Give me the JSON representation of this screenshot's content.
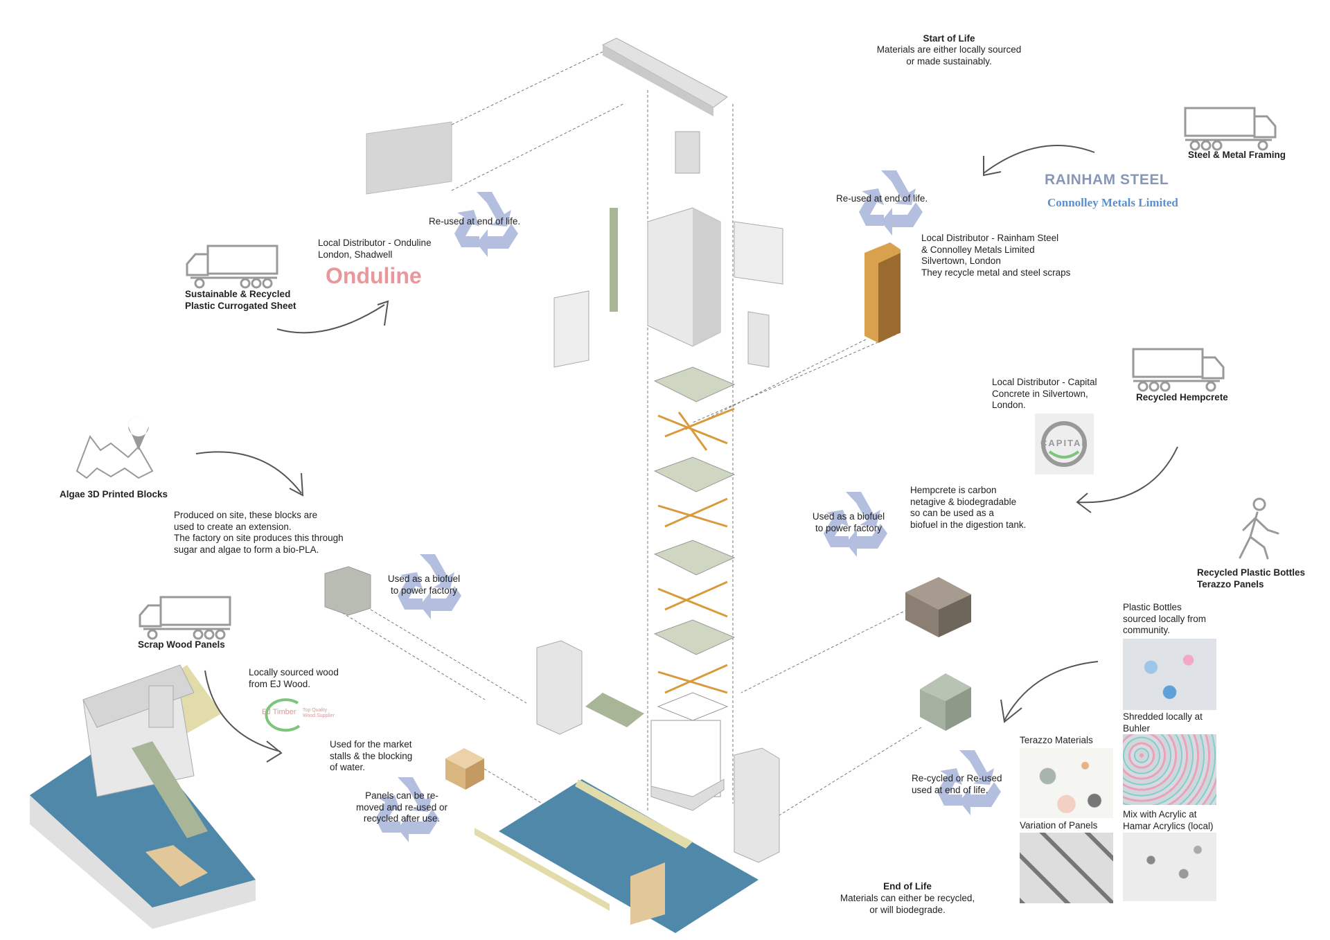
{
  "start_of_life": {
    "title": "Start of Life",
    "text": "Materials are either locally sourced\nor made sustainably."
  },
  "end_of_life": {
    "title": "End of Life",
    "text": "Materials can either be recycled,\nor will biodegrade."
  },
  "steel": {
    "label": "Steel & Metal Framing",
    "logo_1": "RAINHAM STEEL",
    "logo_2": "Connolley Metals Limited",
    "recycle_note": "Re-used at end of life.",
    "distributor": "Local Distributor - Rainham Steel\n& Connolley Metals Limited\nSilvertown, London\nThey recycle metal and steel scraps"
  },
  "plastic_sheet": {
    "label": "Sustainable & Recycled\nPlastic Currogated Sheet",
    "distributor": "Local Distributor - Onduline\nLondon, Shadwell",
    "logo": "Onduline",
    "recycle_note": "Re-used at end of life."
  },
  "hempcrete": {
    "label": "Recycled Hempcrete",
    "distributor": "Local Distributor - Capital\nConcrete in Silvertown,\nLondon.",
    "logo": "CAPITAL",
    "note": "Hempcrete is carbon\nnetagive & biodegradable\nso can be used as a\nbiofuel in the digestion tank.",
    "recycle_note": "Used as a biofuel\nto power factory"
  },
  "algae": {
    "label": "Algae 3D Printed Blocks",
    "note": "Produced on site, these blocks are\nused to create an extension.\nThe factory on site produces this through\nsugar and algae to form a bio-PLA.",
    "recycle_note": "Used as a biofuel\nto power factory"
  },
  "wood": {
    "label": "Scrap Wood Panels",
    "source": "Locally sourced wood\nfrom EJ Wood.",
    "logo": "EJ Timber",
    "logo_tagline": "Top Quality\nWood Supplier",
    "use": "Used for the market\nstalls & the blocking\nof water.",
    "recycle_note": "Panels can be re-\nmoved and re-used or\nrecycled after use."
  },
  "terazzo": {
    "label": "Recycled Plastic Bottles\nTerazzo Panels",
    "steps": [
      "Plastic Bottles\nsourced locally from\ncommunity.",
      "Shredded locally at\nBuhler",
      "Mix with Acrylic at\nHamar Acrylics (local)",
      "Terazzo Materials",
      "Variation of Panels"
    ],
    "recycle_note": "Re-cycled or Re-used\nused at end of life."
  },
  "icons": {
    "truck": "truck-icon",
    "map": "map-pin-icon",
    "walker": "walking-person-icon",
    "recycle": "recycle-icon"
  },
  "colors": {
    "recycle": "#b4bfe0",
    "steel": "#d9a04e",
    "water": "#4f88a8",
    "moss": "#a8b596",
    "wood": "#e2c79a"
  }
}
